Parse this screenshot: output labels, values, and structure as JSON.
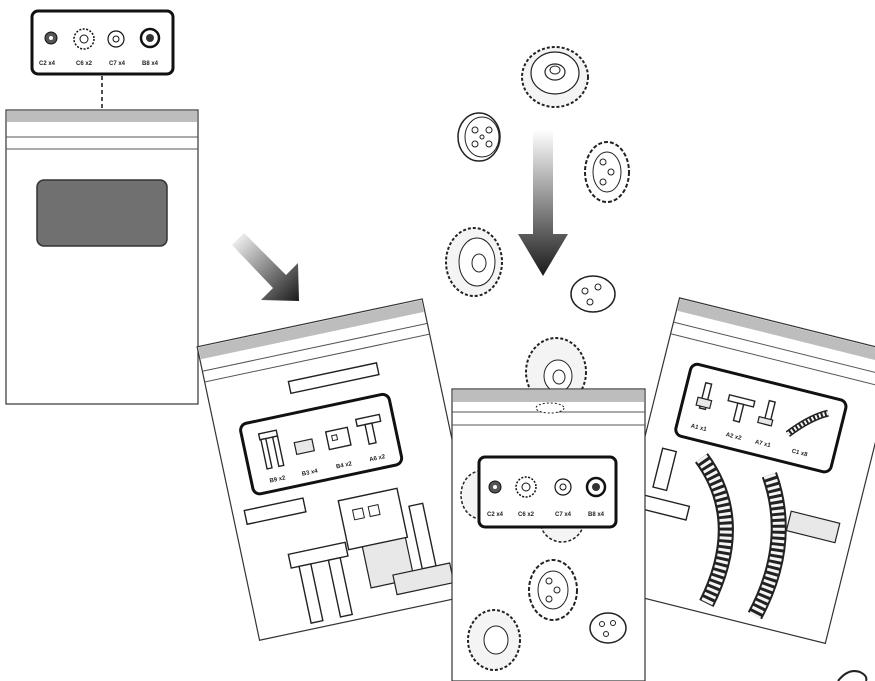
{
  "top_card": {
    "parts": [
      {
        "label": "C2 x4"
      },
      {
        "label": "C6 x2"
      },
      {
        "label": "C7 x4"
      },
      {
        "label": "B8 x4"
      }
    ]
  },
  "bag_left": {
    "parts": [
      {
        "label": "B9 x2"
      },
      {
        "label": "B3 x4"
      },
      {
        "label": "B4 x2"
      },
      {
        "label": "A6 x2"
      }
    ]
  },
  "bag_middle": {
    "parts": [
      {
        "label": "C2 x4"
      },
      {
        "label": "C6 x2"
      },
      {
        "label": "C7 x4"
      },
      {
        "label": "B8 x4"
      }
    ]
  },
  "bag_right": {
    "parts": [
      {
        "label": "A1 x1"
      },
      {
        "label": "A2 x2"
      },
      {
        "label": "A7 x1"
      },
      {
        "label": "C1 x8"
      }
    ]
  }
}
